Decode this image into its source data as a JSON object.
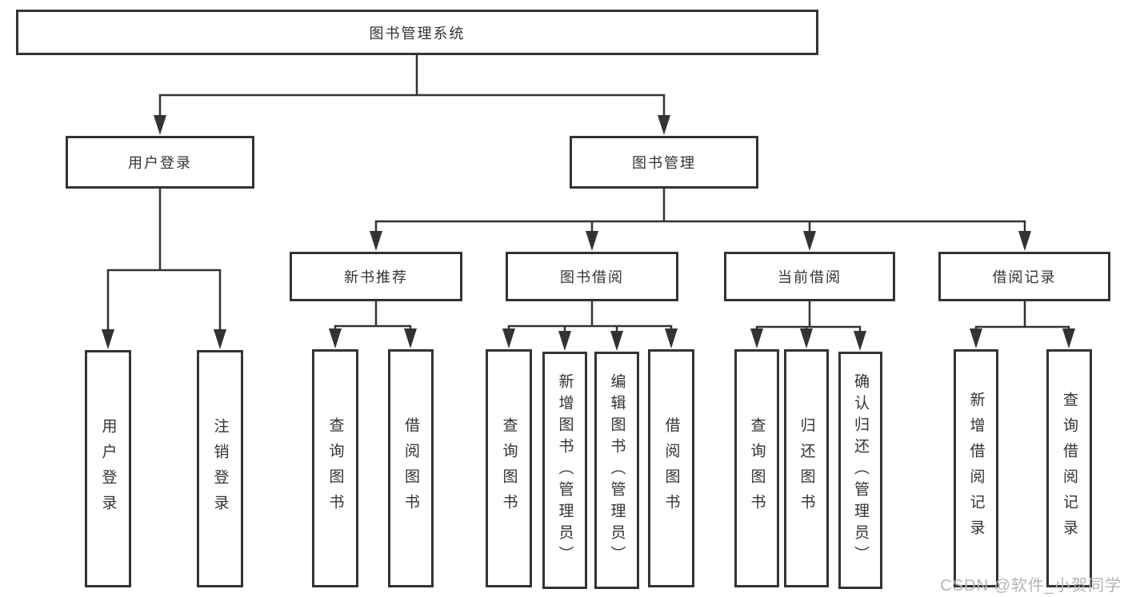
{
  "diagram": {
    "colors": {
      "line": "#333333",
      "text": "#333333",
      "box_bg": "#ffffff",
      "watermark": "#b5b5b5"
    },
    "watermark": "CSDN @软件_小贺同学",
    "tree": {
      "root": {
        "label": "图书管理系统"
      },
      "children": [
        {
          "label": "用户登录",
          "children": [
            {
              "label": "用户登录"
            },
            {
              "label": "注销登录"
            }
          ]
        },
        {
          "label": "图书管理",
          "children": [
            {
              "label": "新书推荐",
              "children": [
                {
                  "label": "查询图书"
                },
                {
                  "label": "借阅图书"
                }
              ]
            },
            {
              "label": "图书借阅",
              "children": [
                {
                  "label": "查询图书"
                },
                {
                  "label": "新增图书（管理员）"
                },
                {
                  "label": "编辑图书（管理员）"
                },
                {
                  "label": "借阅图书"
                }
              ]
            },
            {
              "label": "当前借阅",
              "children": [
                {
                  "label": "查询图书"
                },
                {
                  "label": "归还图书"
                },
                {
                  "label": "确认归还（管理员）"
                }
              ]
            },
            {
              "label": "借阅记录",
              "children": [
                {
                  "label": "新增借阅记录"
                },
                {
                  "label": "查询借阅记录"
                }
              ]
            }
          ]
        }
      ]
    }
  }
}
